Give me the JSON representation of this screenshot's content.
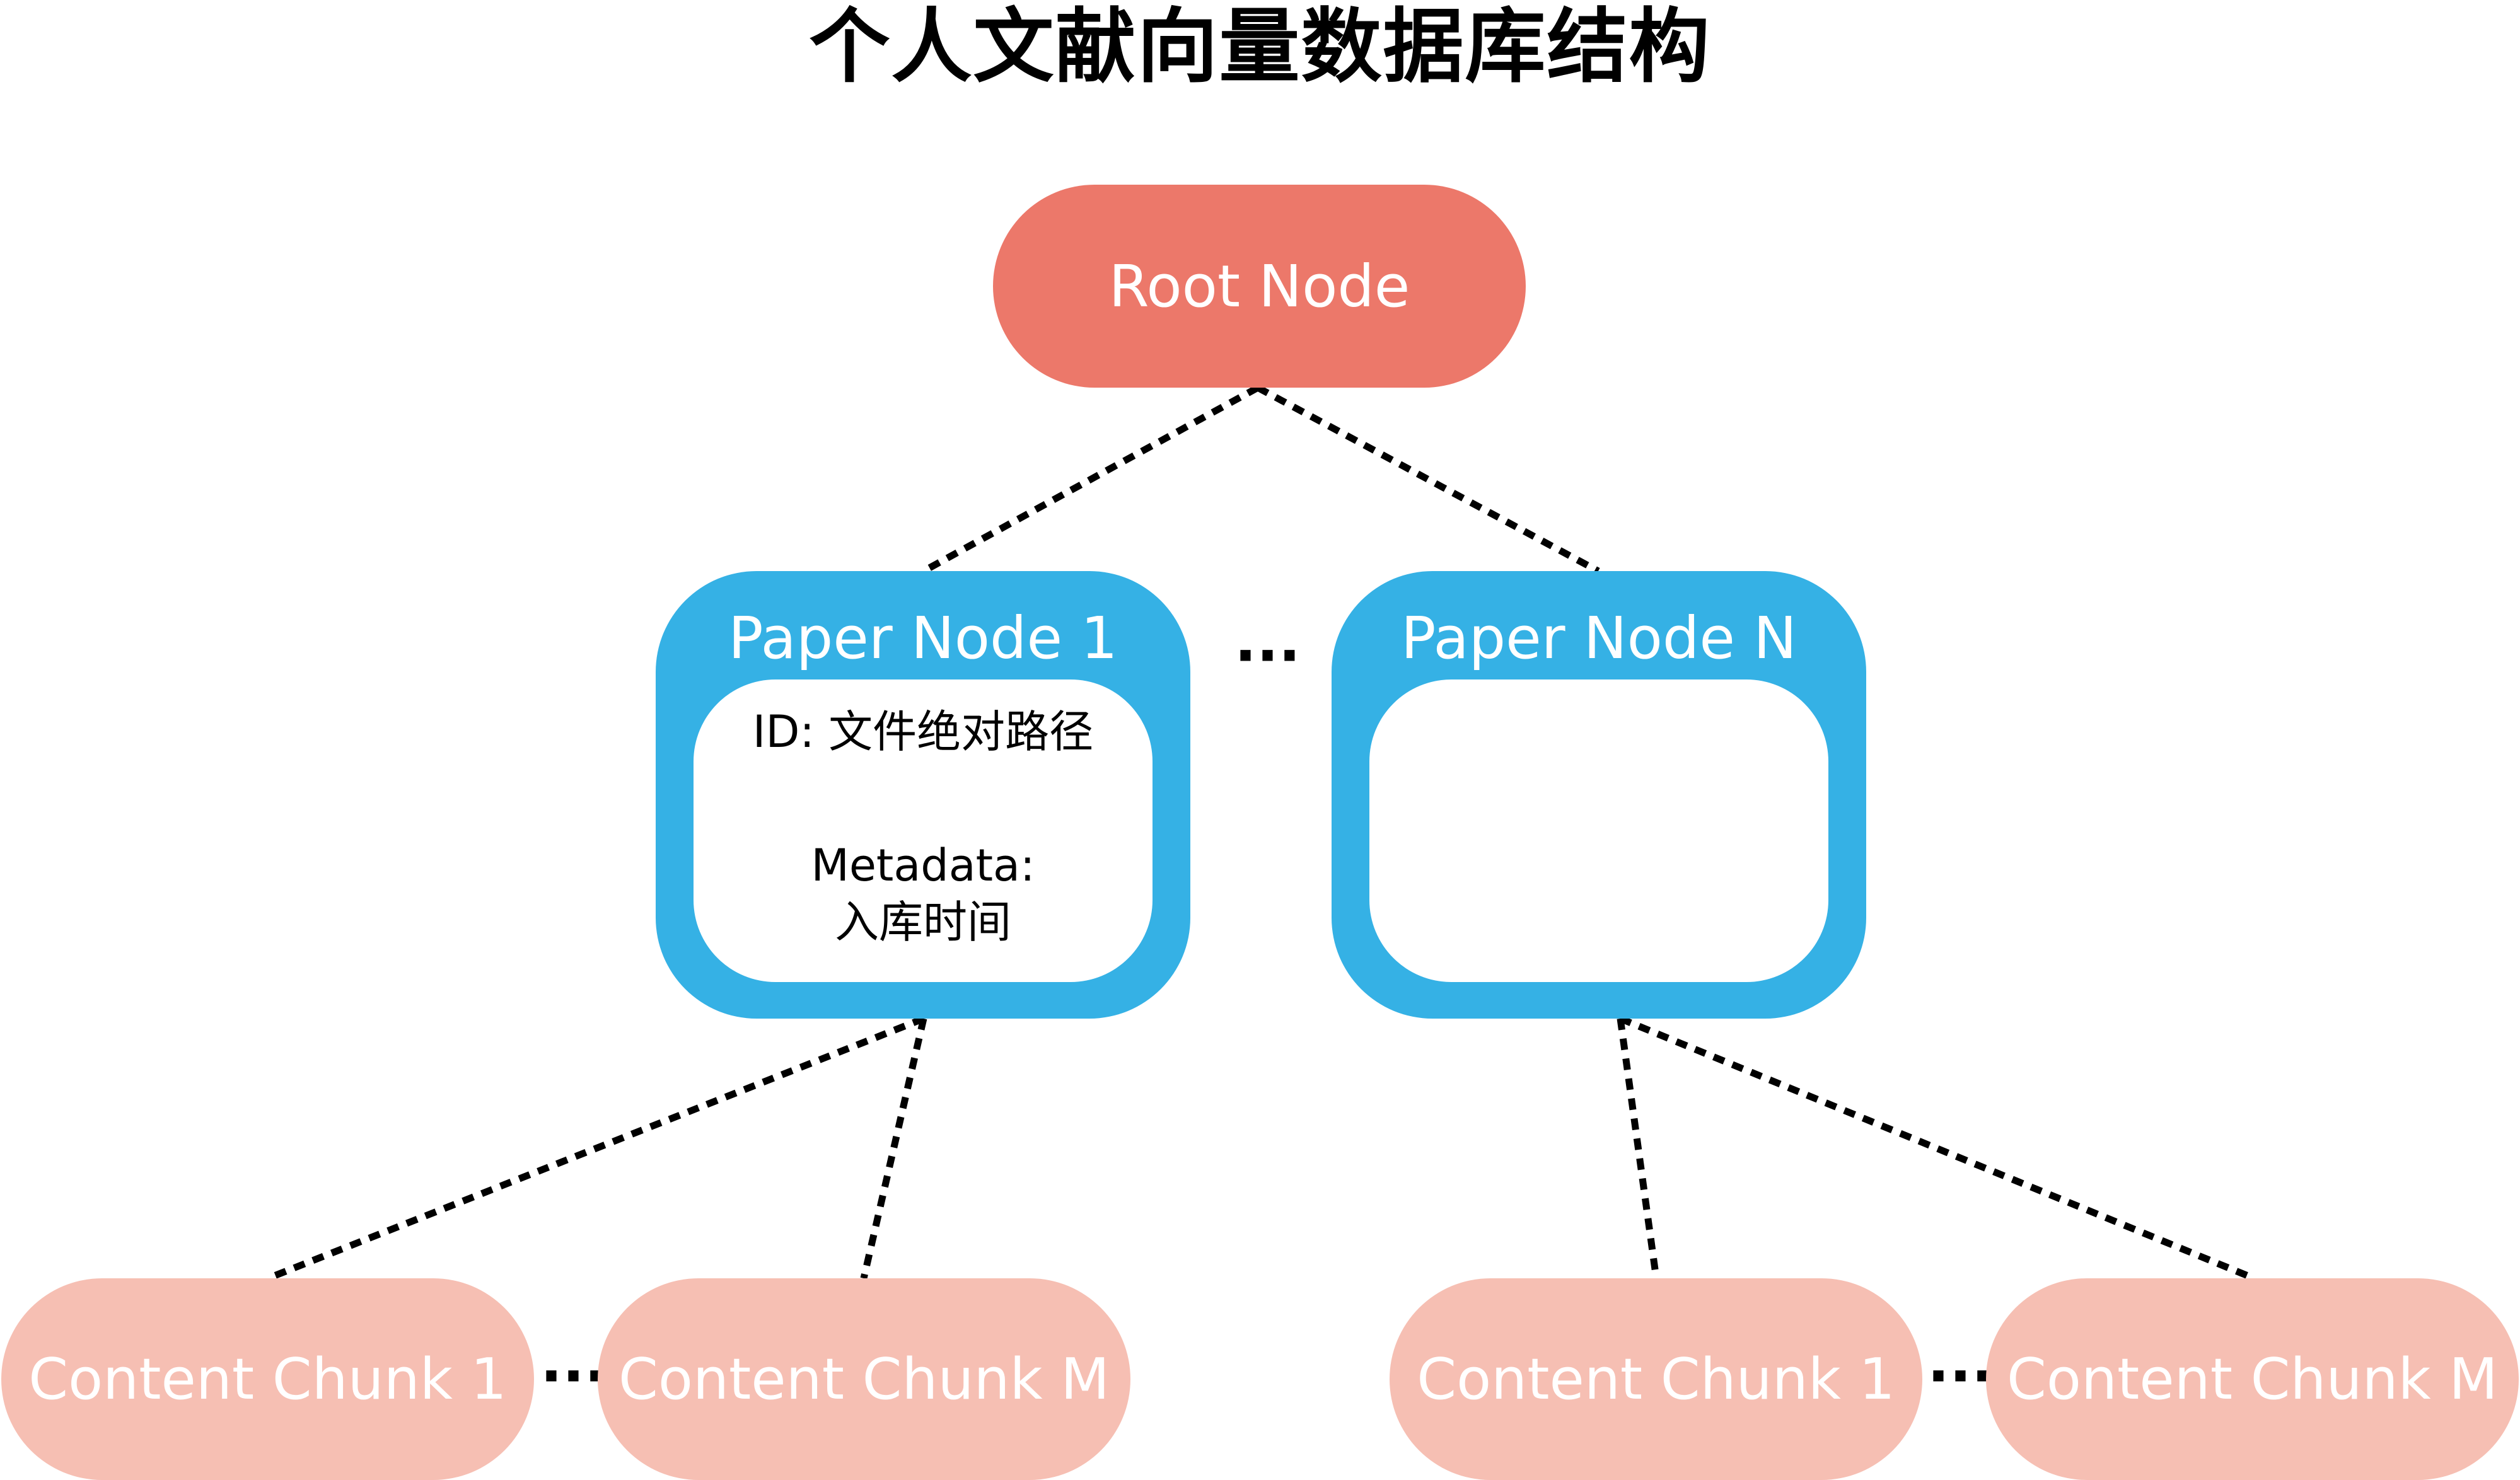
{
  "title": "个人文献向量数据库结构",
  "colors": {
    "root": "#ec786a",
    "paper": "#35b1e5",
    "chunk": "#f6bfb3",
    "connector": "#000000",
    "text_light": "#ffffff",
    "text_dark": "#000000"
  },
  "root": {
    "label": "Root Node"
  },
  "papers": [
    {
      "label": "Paper Node 1",
      "id_line": "ID: 文件绝对路径",
      "metadata_label": "Metadata:",
      "metadata_value": "入库时间"
    },
    {
      "label": "Paper Node N"
    }
  ],
  "ellipsis": "···",
  "chunks": [
    {
      "label": "Content Chunk 1"
    },
    {
      "label": "Content Chunk M"
    },
    {
      "label": "Content Chunk 1"
    },
    {
      "label": "Content Chunk M"
    }
  ]
}
